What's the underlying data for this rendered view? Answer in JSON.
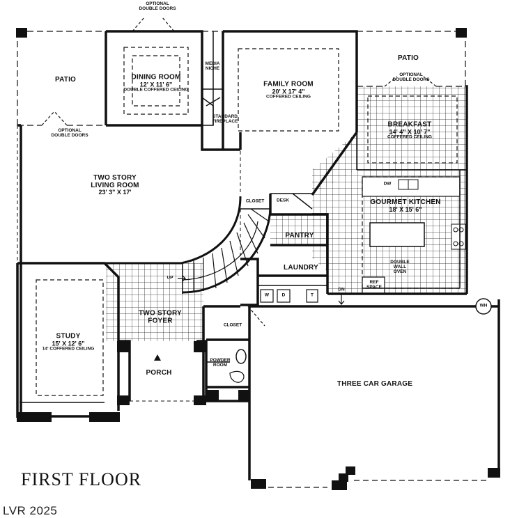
{
  "plan": {
    "title": "FIRST FLOOR",
    "watermark": "LVR 2025",
    "rooms": {
      "patio_left": {
        "name": "PATIO"
      },
      "patio_right": {
        "name": "PATIO"
      },
      "dining": {
        "name": "DINING ROOM",
        "dims": "12' X 11' 6\"",
        "note": "DOUBLE COFFERED CEILING"
      },
      "media": {
        "line1": "MEDIA",
        "line2": "NICHE"
      },
      "family": {
        "name": "FAMILY ROOM",
        "dims": "20' X 17' 4\"",
        "note": "COFFERED CEILING"
      },
      "fireplace": {
        "line1": "STANDARD",
        "line2": "FIREPLACE"
      },
      "breakfast": {
        "name": "BREAKFAST",
        "dims": "14' 4\" X 10' 7\"",
        "note": "COFFERED CEILING"
      },
      "living": {
        "line1": "TWO STORY",
        "line2": "LIVING ROOM",
        "dims": "23' 3\" X 17'"
      },
      "kitchen": {
        "name": "GOURMET KITCHEN",
        "dims": "18' X 15' 6\""
      },
      "closet_upper": {
        "name": "CLOSET"
      },
      "desk": {
        "name": "DESK"
      },
      "pantry": {
        "name": "PANTRY"
      },
      "laundry": {
        "name": "LAUNDRY"
      },
      "study": {
        "name": "STUDY",
        "dims": "15' X 12' 6\"",
        "note": "14' COFFERED CEILING"
      },
      "foyer": {
        "line1": "TWO STORY",
        "line2": "FOYER"
      },
      "closet_lower": {
        "name": "CLOSET"
      },
      "porch": {
        "name": "PORCH"
      },
      "powder": {
        "line1": "POWDER",
        "line2": "ROOM"
      },
      "garage": {
        "name": "THREE CAR GARAGE"
      }
    },
    "annotations": {
      "optional_doors_top": {
        "line1": "OPTIONAL",
        "line2": "DOUBLE DOORS"
      },
      "optional_doors_left": {
        "line1": "OPTIONAL",
        "line2": "DOUBLE DOORS"
      },
      "optional_doors_right": {
        "line1": "OPTIONAL",
        "line2": "DOUBLE DOORS"
      },
      "dw": "DW",
      "double_wall_oven": {
        "line1": "DOUBLE",
        "line2": "WALL",
        "line3": "OVEN"
      },
      "ref_space": {
        "line1": "REF",
        "line2": "SPACE"
      },
      "dn": "DN",
      "up": "UP",
      "washer": "W",
      "dryer": "D",
      "tub": "T",
      "water_heater": "WH"
    },
    "icons": {
      "porch_arrow": "triangle-up-icon"
    }
  }
}
